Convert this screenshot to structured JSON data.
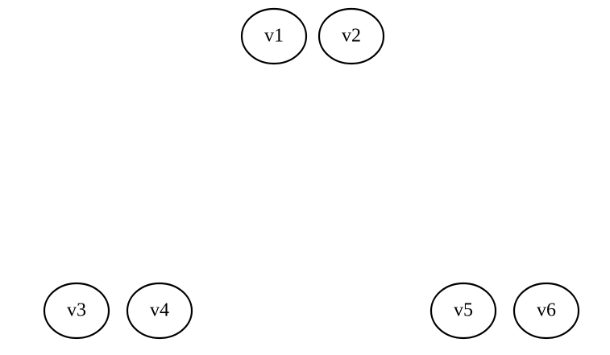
{
  "diagram": {
    "nodes": [
      {
        "id": "v1",
        "label": "v1"
      },
      {
        "id": "v2",
        "label": "v2"
      },
      {
        "id": "v3",
        "label": "v3"
      },
      {
        "id": "v4",
        "label": "v4"
      },
      {
        "id": "v5",
        "label": "v5"
      },
      {
        "id": "v6",
        "label": "v6"
      }
    ]
  }
}
